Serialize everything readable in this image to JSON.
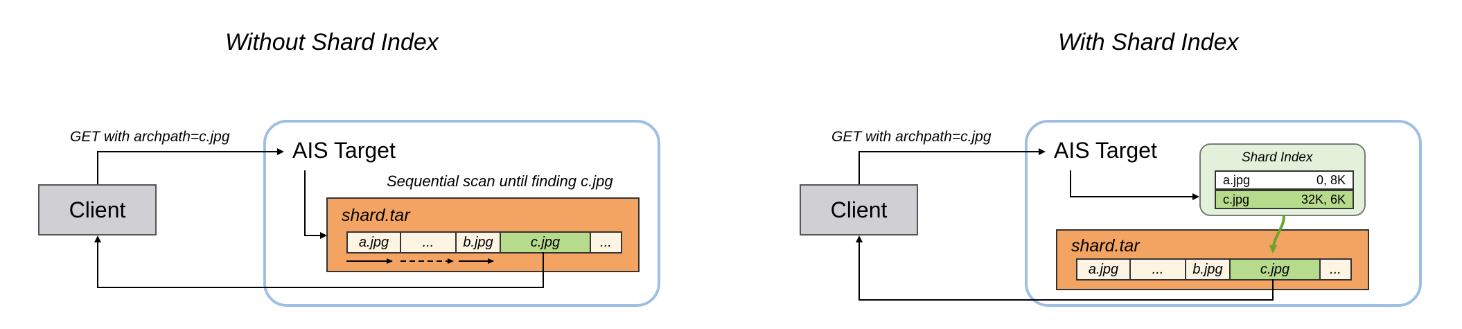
{
  "left": {
    "title": "Without Shard Index",
    "request_label": "GET with archpath=c.jpg",
    "client_label": "Client",
    "target_label": "AIS Target",
    "scan_label": "Sequential scan until finding c.jpg",
    "shard_name": "shard.tar",
    "cells": [
      "a.jpg",
      "...",
      "b.jpg",
      "c.jpg",
      "..."
    ]
  },
  "right": {
    "title": "With Shard Index",
    "request_label": "GET with archpath=c.jpg",
    "client_label": "Client",
    "target_label": "AIS Target",
    "index_title": "Shard Index",
    "index_rows": [
      {
        "name": "a.jpg",
        "offset": "0, 8K"
      },
      {
        "name": "c.jpg",
        "offset": "32K, 6K"
      }
    ],
    "shard_name": "shard.tar",
    "cells": [
      "a.jpg",
      "...",
      "b.jpg",
      "c.jpg",
      "..."
    ]
  },
  "colors": {
    "target_border": "#9dbfe4",
    "shard_fill": "#f4a462",
    "hit_fill": "#b6db8c",
    "index_fill": "#e3f0da",
    "client_fill": "#d0cfd4",
    "index_arrow": "#6aa62e"
  }
}
